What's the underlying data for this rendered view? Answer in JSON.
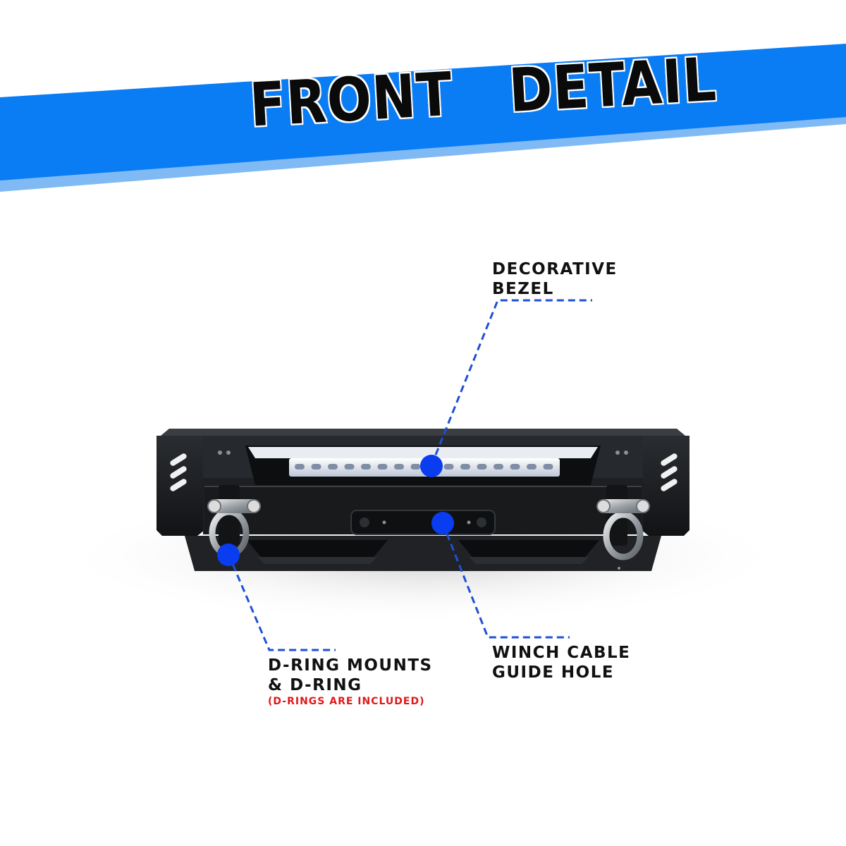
{
  "title": "FRONT   DETAIL",
  "colors": {
    "banner_blue": "#0a7cf4",
    "banner_light": "#7fbaf5",
    "marker_blue": "#0a3cf0",
    "leader_line": "#1e4fd6",
    "note_red": "#e01818"
  },
  "callouts": {
    "bezel": {
      "line1": "DECORATIVE",
      "line2": "BEZEL"
    },
    "winch": {
      "line1": "WINCH CABLE",
      "line2": "GUIDE HOLE"
    },
    "dring": {
      "line1": "D-RING MOUNTS",
      "line2": "& D-RING",
      "note": "(D-RINGS ARE INCLUDED)"
    }
  },
  "icons": [
    "bezel-marker-icon",
    "winch-marker-icon",
    "dring-marker-icon",
    "vent-slot-icon",
    "d-ring-shackle-icon"
  ]
}
